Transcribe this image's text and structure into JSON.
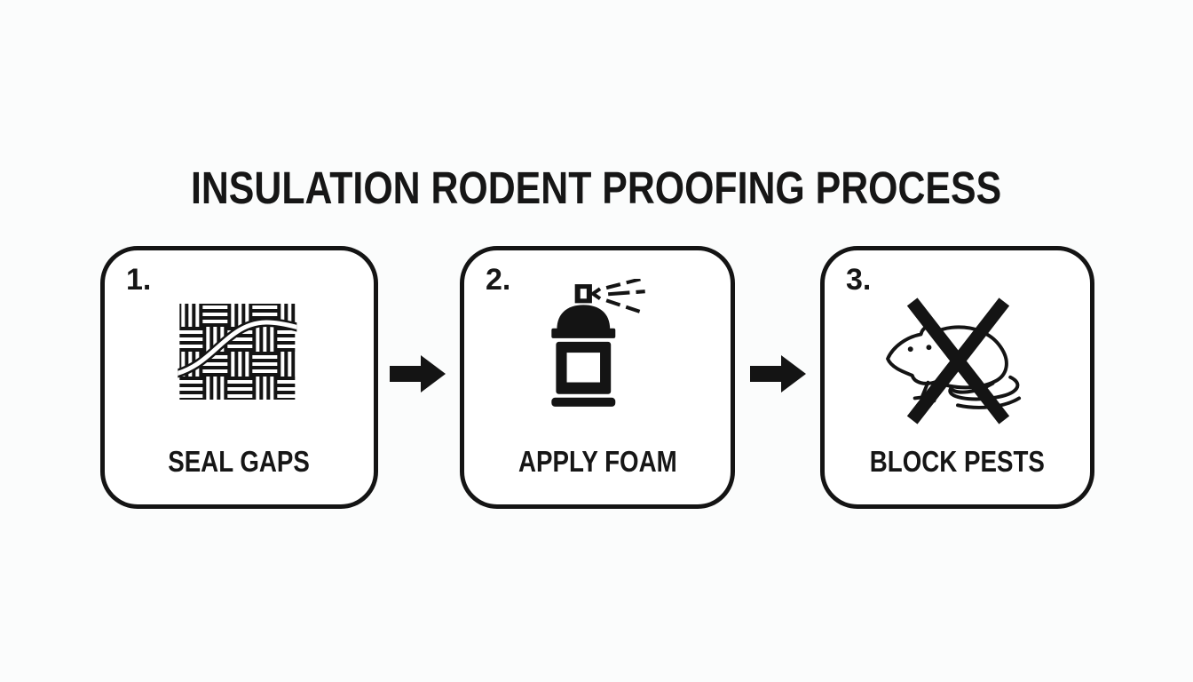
{
  "colors": {
    "background": "#fbfcfc",
    "ink": "#111111",
    "box_fill": "#ffffff"
  },
  "title": "INSULATION RODENT PROOFING PROCESS",
  "steps": [
    {
      "number": "1.",
      "label": "SEAL GAPS",
      "icon": "wire-mesh-icon"
    },
    {
      "number": "2.",
      "label": "APPLY FOAM",
      "icon": "spray-can-icon"
    },
    {
      "number": "3.",
      "label": "BLOCK PESTS",
      "icon": "rodent-crossed-out-icon"
    }
  ],
  "connectors": [
    {
      "icon": "arrow-right-icon"
    },
    {
      "icon": "arrow-right-icon"
    }
  ]
}
